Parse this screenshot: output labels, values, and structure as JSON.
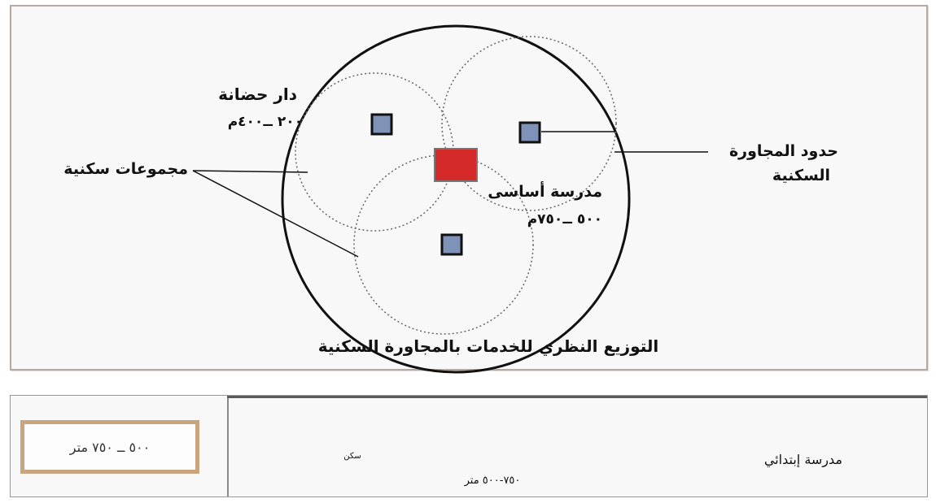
{
  "diagram": {
    "caption": "التوزيع النظري للخدمات بالمجاورة السكنية",
    "boundary_label_line1": "حدود المجاورة",
    "boundary_label_line2": "السكنية",
    "groups_label": "مجموعات سكنية",
    "nursery_label": "دار حضانة",
    "nursery_distance": "٢٠٠ ــ٤٠٠م",
    "school_label": "مدرسة أساسى",
    "school_distance": "٥٠٠ ــ٧٥٠م",
    "colors": {
      "school": "#d42a2a",
      "service": "#7f93b8",
      "outline": "#111111"
    }
  },
  "distance_strip": {
    "school_label": "مدرسة إبتدائي",
    "house_label": "سكن",
    "span_label": "٧٥٠-٥٠٠ متر",
    "distance_box": "٥٠٠ ــ ٧٥٠ متر"
  }
}
